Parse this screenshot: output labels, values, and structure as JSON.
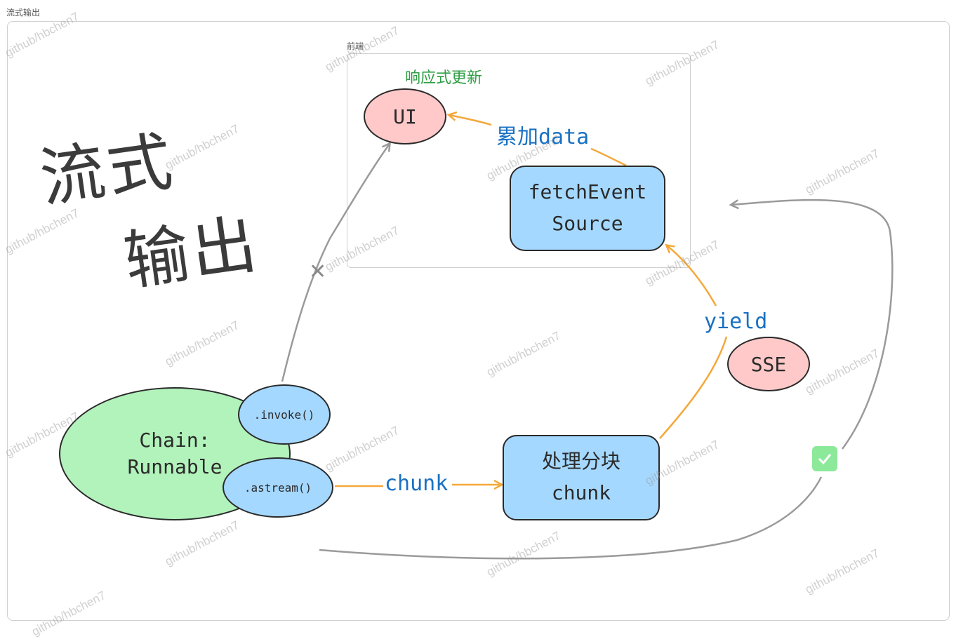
{
  "page": {
    "title": "流式输出"
  },
  "frames": {
    "frontend": "前端"
  },
  "big_title": {
    "line1": "流式",
    "line2": "输出"
  },
  "nodes": {
    "chain": "Chain:\nRunnable",
    "invoke": ".invoke()",
    "astream": ".astream()",
    "ui": "UI",
    "fetch": "fetchEvent\nSource",
    "chunk": "处理分块\nchunk",
    "sse": "SSE"
  },
  "labels": {
    "reactive": "响应式更新",
    "accumulate": "累加data",
    "yield": "yield",
    "chunk": "chunk",
    "cross": "✕"
  },
  "watermark": "github/hbchen7",
  "colors": {
    "green_node": "#b2f2bb",
    "blue_node": "#a5d8ff",
    "red_node": "#ffc9c9",
    "orange_arrow": "#f4a83a",
    "gray_arrow": "#9a9a9a",
    "blue_text": "#1971c2",
    "green_text": "#2f9e44",
    "check_bg": "#8ce99a"
  },
  "icons": {
    "check": "check-icon",
    "cross": "cross-mark"
  }
}
